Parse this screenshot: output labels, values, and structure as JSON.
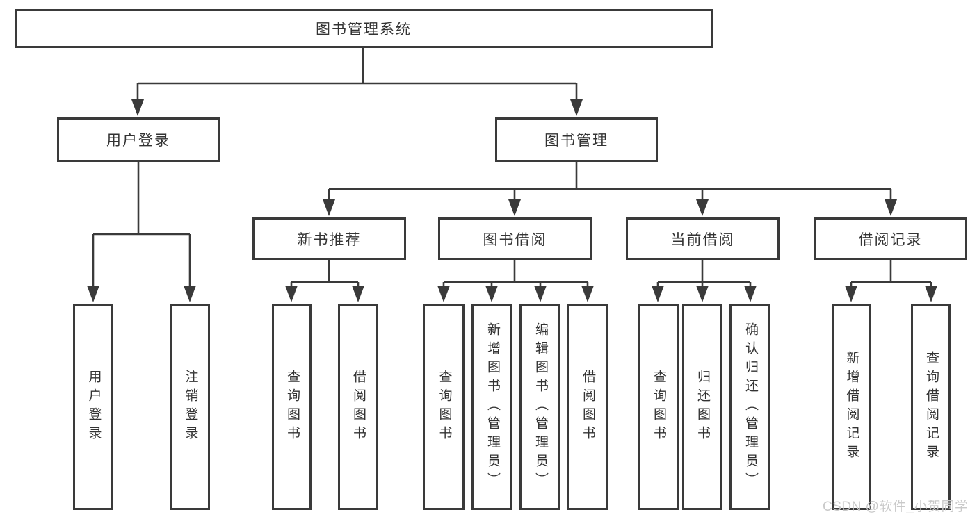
{
  "diagram": {
    "tree": {
      "label": "图书管理系统",
      "children": [
        {
          "label": "用户登录",
          "children": [
            {
              "label": "用户登录"
            },
            {
              "label": "注销登录"
            }
          ]
        },
        {
          "label": "图书管理",
          "children": [
            {
              "label": "新书推荐",
              "children": [
                {
                  "label": "查询图书"
                },
                {
                  "label": "借阅图书"
                }
              ]
            },
            {
              "label": "图书借阅",
              "children": [
                {
                  "label": "查询图书"
                },
                {
                  "label": "新增图书（管理员）"
                },
                {
                  "label": "编辑图书（管理员）"
                },
                {
                  "label": "借阅图书"
                }
              ]
            },
            {
              "label": "当前借阅",
              "children": [
                {
                  "label": "查询图书"
                },
                {
                  "label": "归还图书"
                },
                {
                  "label": "确认归还（管理员）"
                }
              ]
            },
            {
              "label": "借阅记录",
              "children": [
                {
                  "label": "新增借阅记录"
                },
                {
                  "label": "查询借阅记录"
                }
              ]
            }
          ]
        }
      ]
    },
    "watermark": "CSDN @软件_小贺同学",
    "colors": {
      "line": "#3a3a3a",
      "text": "#333333",
      "watermark": "#c9c9c9",
      "background": "#ffffff"
    }
  }
}
